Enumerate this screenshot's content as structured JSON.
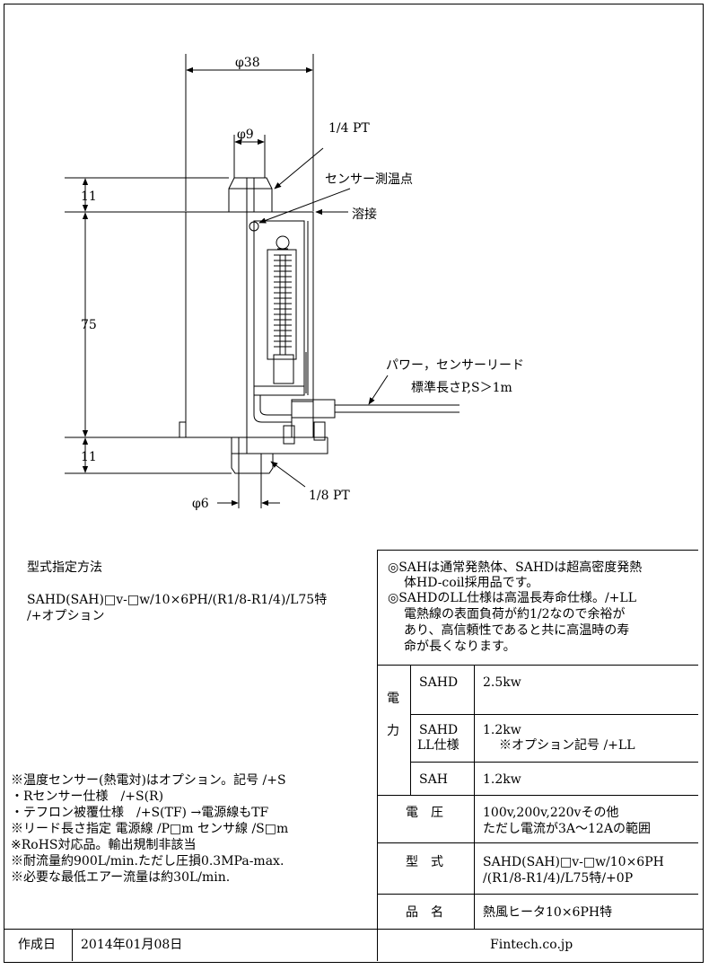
{
  "drawing": {
    "dim_outer_diameter": "φ38",
    "dim_port_diameter": "φ9",
    "dim_bottom_diameter": "φ6",
    "dim_top": "11",
    "dim_body": "75",
    "dim_bottom": "11",
    "label_top_thread": "1/4 PT",
    "label_sensor_point": "センサー測温点",
    "label_weld": "溶接",
    "label_lead_line1": "パワー，センサーリード",
    "label_lead_line2": "標準長さP,S＞1m",
    "label_bottom_thread": "1/8 PT"
  },
  "model": {
    "heading": "型式指定方法",
    "line1": "SAHD(SAH)□v-□w/10×6PH/(R1/8-R1/4)/L75特",
    "line2": "/+オプション"
  },
  "notes": [
    "※温度センサー(熱電対)はオプション。記号 /+S",
    "・Rセンサー仕様　/+S(R)",
    "・テフロン被覆仕様　/+S(TF) →電源線もTF",
    "※リード長さ指定 電源線 /P□m センサ線 /S□m",
    "※RoHS対応品。輸出規制非該当",
    "※耐流量約900L/min.ただし圧損0.3MPa-max.",
    "※必要な最低エアー流量は約30L/min."
  ],
  "remarks": [
    "◎SAHは通常発熱体、SAHDは超高密度発熱",
    "体HD-coil採用品です。",
    "◎SAHDのLL仕様は高温長寿命仕様。/+LL",
    "電熱線の表面負荷が約1/2なので余裕が",
    "あり、高信頼性であると共に高温時の寿",
    "命が長くなります。"
  ],
  "spec": {
    "power_label_1": "電",
    "power_label_2": "力",
    "rows": [
      {
        "name": "SAHD",
        "value": "2.5kw"
      },
      {
        "name": "SAHD",
        "name2": "LL仕様",
        "value": "1.2kw",
        "value2": "※オプション記号 /+LL"
      },
      {
        "name": "SAH",
        "value": "1.2kw"
      }
    ],
    "voltage_label": "電　圧",
    "voltage_value_1": "100v,200v,220vその他",
    "voltage_value_2": "ただし電流が3A～12Aの範囲",
    "model_label": "型　式",
    "model_value_1": "SAHD(SAH)□v-□w/10×6PH",
    "model_value_2": "/(R1/8-R1/4)/L75特/+0P",
    "product_label": "品　名",
    "product_value": "熱風ヒータ10×6PH特"
  },
  "footer": {
    "date_label": "作成日",
    "date_value": "2014年01月08日",
    "company": "Fintech.co.jp"
  }
}
